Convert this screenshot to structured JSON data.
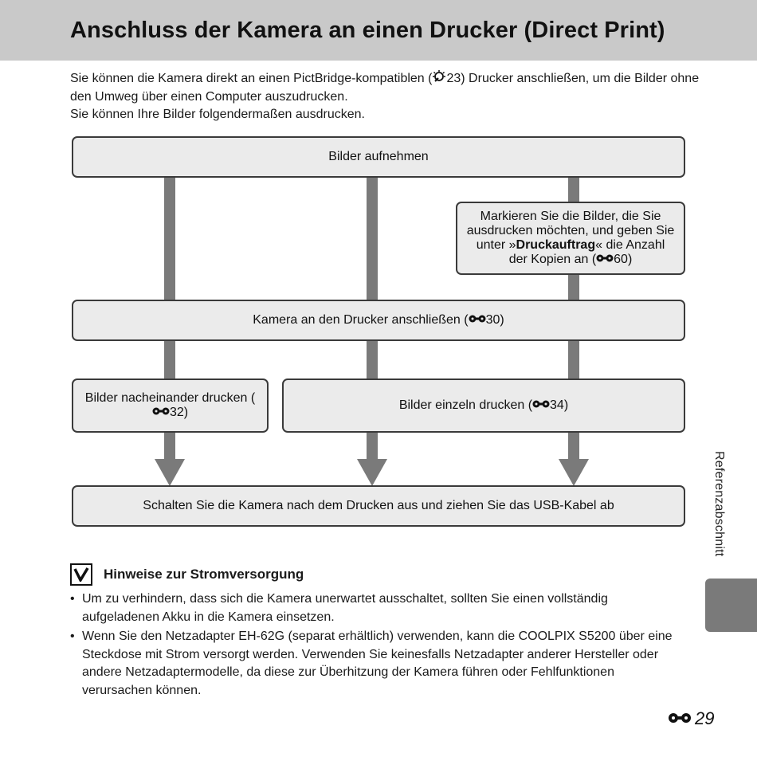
{
  "header": {
    "title": "Anschluss der Kamera an einen Drucker (Direct Print)"
  },
  "intro": {
    "line1_pre": "Sie können die Kamera direkt an einen PictBridge-kompatiblen (",
    "line1_ref": "23",
    "line1_post": ") Drucker anschließen, um die Bilder ohne den Umweg über einen Computer auszudrucken.",
    "line2": "Sie können Ihre Bilder folgendermaßen ausdrucken."
  },
  "flow": {
    "take_pictures": "Bilder aufnehmen",
    "mark_pre": "Markieren Sie die Bilder, die Sie ausdrucken möchten, und geben Sie unter »",
    "mark_bold": "Druckauftrag",
    "mark_post": "« die Anzahl der Kopien an (",
    "mark_ref": "60",
    "mark_close": ")",
    "connect_pre": "Kamera an den Drucker anschließen (",
    "connect_ref": "30",
    "connect_close": ")",
    "sequential_pre": "Bilder nacheinander drucken (",
    "sequential_ref": "32",
    "sequential_close": ")",
    "single_pre": "Bilder einzeln drucken (",
    "single_ref": "34",
    "single_close": ")",
    "finish": "Schalten Sie die Kamera nach dem Drucken aus und ziehen Sie das USB-Kabel ab"
  },
  "notes": {
    "title": "Hinweise zur Stromversorgung",
    "items": [
      "Um zu verhindern, dass sich die Kamera unerwartet ausschaltet, sollten Sie einen vollständig aufgeladenen Akku in die Kamera einsetzen.",
      "Wenn Sie den Netzadapter EH-62G (separat erhältlich) verwenden, kann die COOLPIX S5200 über eine Steckdose mit Strom versorgt werden. Verwenden Sie keinesfalls Netzadapter anderer Hersteller oder andere Netzadaptermodelle, da diese zur Überhitzung der Kamera führen oder Fehlfunktionen verursachen können."
    ]
  },
  "side": {
    "section_label": "Referenzabschnitt"
  },
  "footer": {
    "page_number": "29"
  },
  "colors": {
    "title_bar": "#c9c9c9",
    "box_fill": "#ebebeb",
    "arrow": "#7a7a7a",
    "tab": "#7a7a7a"
  },
  "icons": [
    "tip-icon",
    "reference-section-icon",
    "note-check-icon"
  ]
}
